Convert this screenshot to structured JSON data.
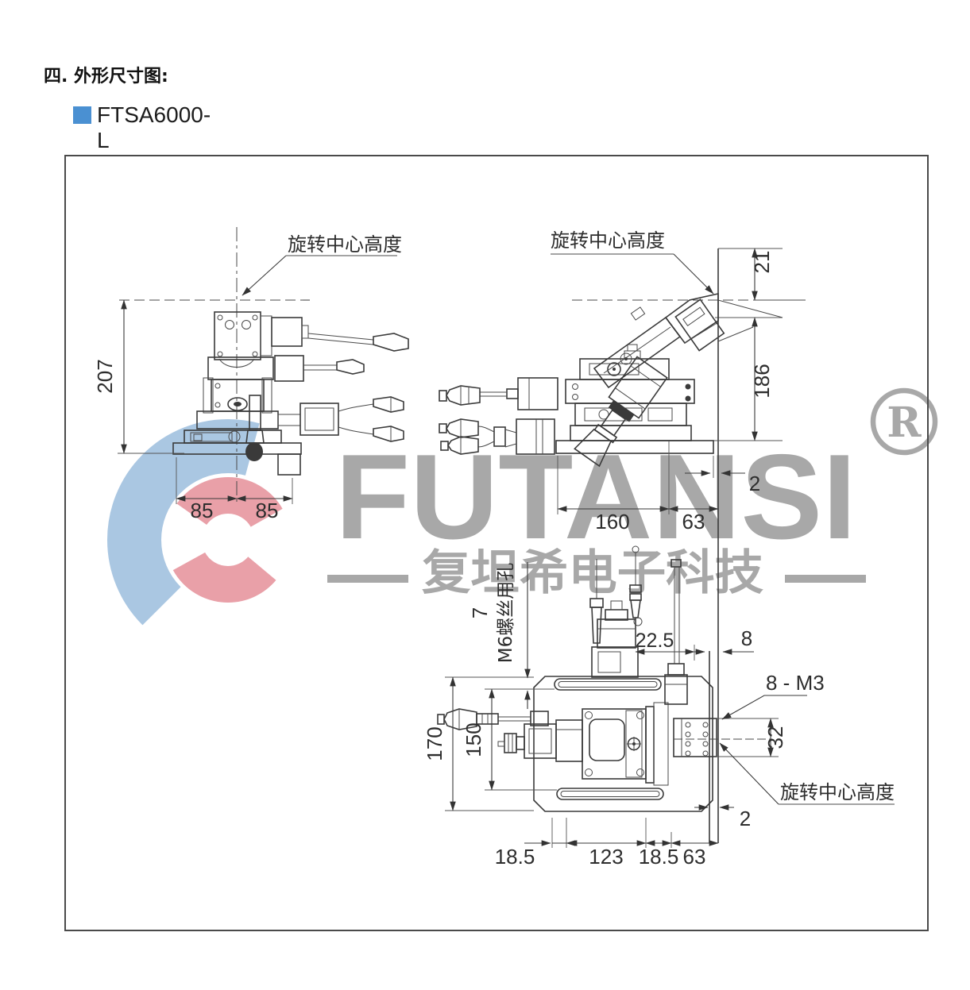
{
  "document": {
    "section_heading": "四. 外形尺寸图:",
    "product_model": "FTSA6000-L",
    "bullet_color": "#4a90d2"
  },
  "watermark": {
    "brand": "FUTANSI",
    "registered_symbol": "R",
    "company_name": "复坦希电子科技",
    "gray": "#a8a8a8",
    "logo_blue": "#aac7e2",
    "logo_red": "#e9a0a8"
  },
  "front_view": {
    "rotation_center_label": "旋转中心高度",
    "dim_height": "207",
    "dim_base_left": "85",
    "dim_base_right": "85"
  },
  "side_view": {
    "rotation_center_label": "旋转中心高度",
    "dim_top_offset": "21",
    "dim_height": "186",
    "dim_gap": "2",
    "dim_base_width": "160",
    "dim_overhang": "63"
  },
  "top_view": {
    "screw_hole_label": "M6螺丝用孔",
    "dim_slot_width": "7",
    "dim_offset": "22.5",
    "dim_wall_thickness": "8",
    "thread_holes_label": "8 - M3",
    "dim_outer_width": "170",
    "dim_inner_width": "150",
    "dim_flange_height": "32",
    "rotation_center_label": "旋转中心高度",
    "dim_gap": "2",
    "dim_left_margin": "18.5",
    "dim_center_width": "123",
    "dim_right_margin": "18.5",
    "dim_overhang": "63"
  }
}
